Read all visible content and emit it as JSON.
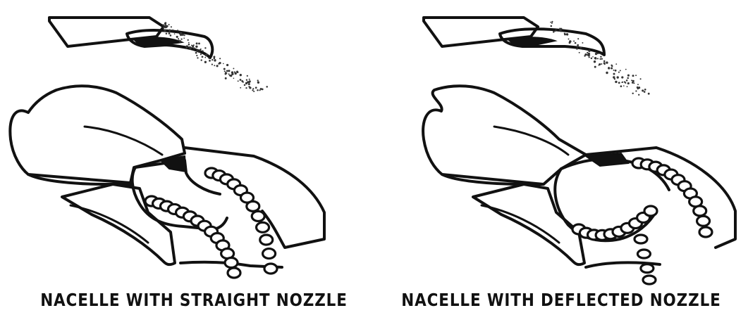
{
  "figure": {
    "panels": [
      {
        "id": "straight",
        "caption": "NACELLE WITH STRAIGHT NOZZLE",
        "nozzle": "straight"
      },
      {
        "id": "deflected",
        "caption": "NACELLE WITH DEFLECTED NOZZLE",
        "nozzle": "deflected"
      }
    ]
  },
  "colors": {
    "ink": "#111111",
    "background": "#ffffff"
  }
}
